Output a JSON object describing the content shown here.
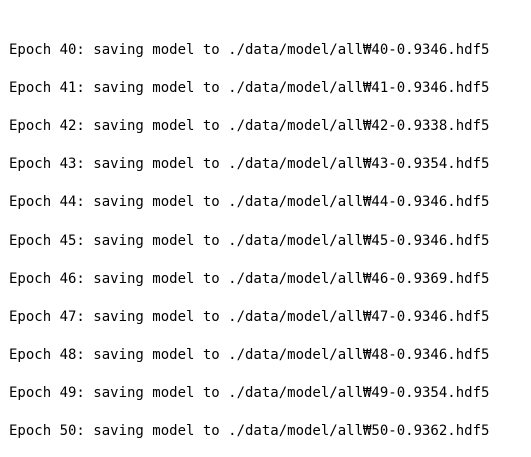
{
  "console": {
    "lines": [
      "Epoch 40: saving model to ./data/model/all₩40-0.9346.hdf5",
      "Epoch 41: saving model to ./data/model/all₩41-0.9346.hdf5",
      "Epoch 42: saving model to ./data/model/all₩42-0.9338.hdf5",
      "Epoch 43: saving model to ./data/model/all₩43-0.9354.hdf5",
      "Epoch 44: saving model to ./data/model/all₩44-0.9346.hdf5",
      "Epoch 45: saving model to ./data/model/all₩45-0.9346.hdf5",
      "Epoch 46: saving model to ./data/model/all₩46-0.9369.hdf5",
      "Epoch 47: saving model to ./data/model/all₩47-0.9346.hdf5",
      "Epoch 48: saving model to ./data/model/all₩48-0.9346.hdf5",
      "Epoch 49: saving model to ./data/model/all₩49-0.9354.hdf5",
      "Epoch 50: saving model to ./data/model/all₩50-0.9362.hdf5"
    ]
  },
  "colors": {
    "background": "#ffffff",
    "text": "#000000"
  }
}
